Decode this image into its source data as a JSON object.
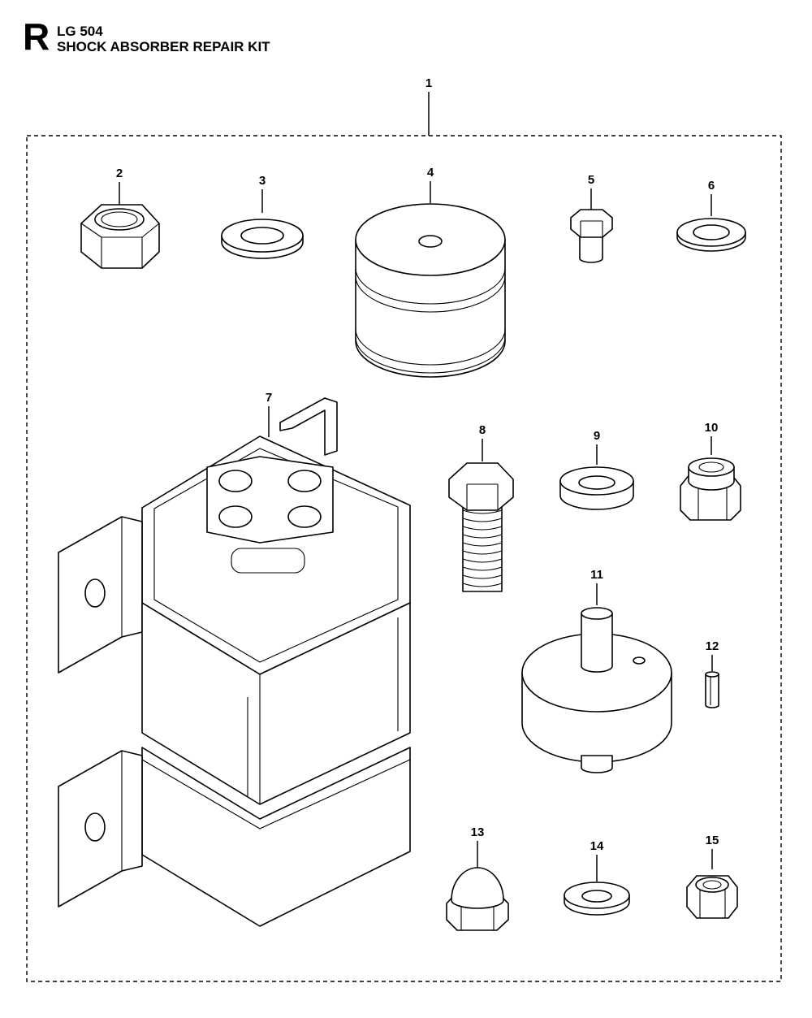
{
  "header": {
    "section_letter": "R",
    "model": "LG 504",
    "title": "SHOCK ABSORBER REPAIR KIT"
  },
  "callouts": {
    "kit": "1",
    "nut": "2",
    "washer_large": "3",
    "rubber_cylinder": "4",
    "short_bolt": "5",
    "washer_small": "6",
    "bracket_assembly": "7",
    "long_bolt": "8",
    "thick_washer": "9",
    "lock_nut": "10",
    "rubber_mount": "11",
    "roll_pin": "12",
    "cap_nut": "13",
    "washer_flat": "14",
    "lock_nut_small": "15"
  }
}
